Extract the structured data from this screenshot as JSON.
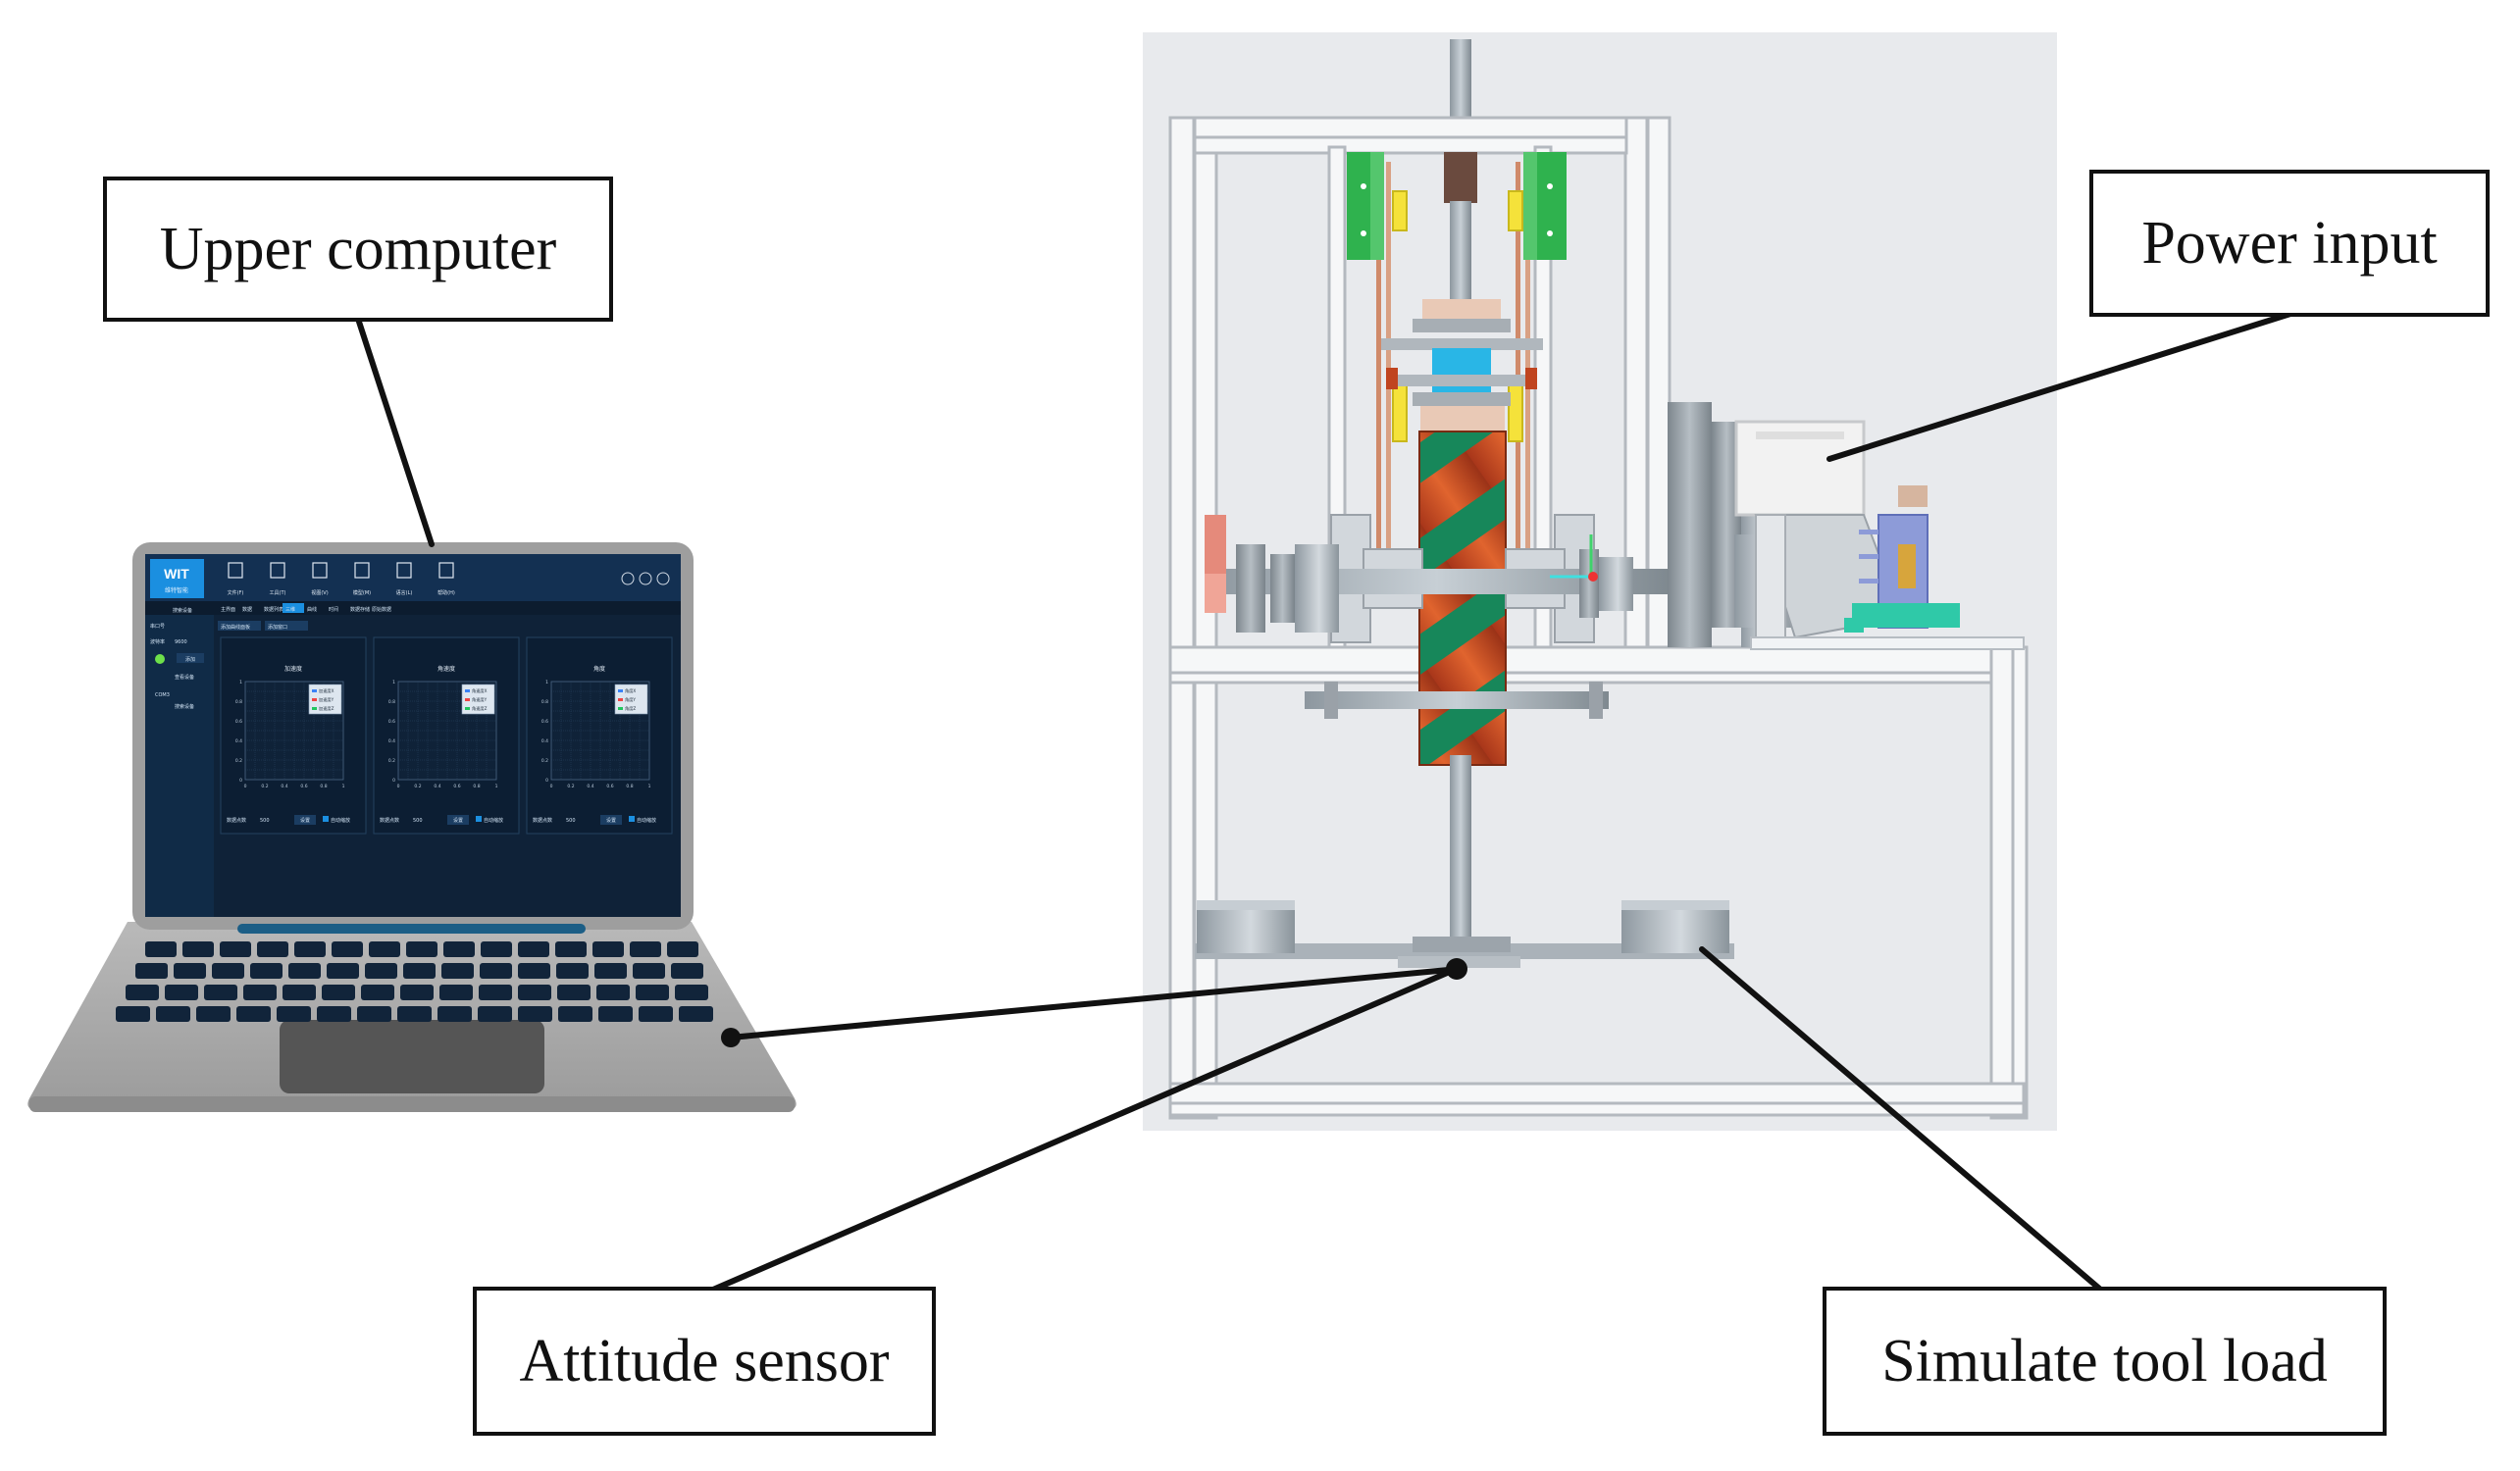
{
  "labels": {
    "upper_computer": "Upper computer",
    "power_input": "Power input",
    "attitude_sensor": "Attitude sensor",
    "simulate_tool_load": "Simulate tool load"
  },
  "software": {
    "logo": "WIT",
    "logo_sub": "维特智能",
    "toolbar": [
      "文件(F)",
      "工具(T)",
      "视图(V)",
      "模型(M)",
      "语言(L)",
      "帮助(H)"
    ],
    "tabs": [
      "主界面",
      "数据",
      "数据列表",
      "三维",
      "曲线",
      "时间",
      "数据存储",
      "原始数据"
    ],
    "sidebar": {
      "search_label": "搜索设备",
      "port_label": "串口号",
      "baud_label": "波特率",
      "baud_value": "9600",
      "add_label": "添加",
      "device_settings": "查看设备",
      "port_value": "COM3",
      "search_device": "搜索设备"
    },
    "subtabs": [
      "添加曲线面板",
      "添加窗口"
    ],
    "panels": [
      {
        "title": "加速度",
        "legend": [
          "加速度X",
          "加速度Y",
          "加速度Z"
        ],
        "footer_label": "数据点数",
        "footer_value": "500",
        "set_label": "设置",
        "check_label": "自动缩放"
      },
      {
        "title": "角速度",
        "legend": [
          "角速度X",
          "角速度Y",
          "角速度Z"
        ],
        "footer_label": "数据点数",
        "footer_value": "500",
        "set_label": "设置",
        "check_label": "自动缩放"
      },
      {
        "title": "角度",
        "legend": [
          "角度X",
          "角度Y",
          "角度Z"
        ],
        "footer_label": "数据点数",
        "footer_value": "500",
        "set_label": "设置",
        "check_label": "自动缩放"
      }
    ],
    "y_ticks": [
      "1",
      "0.8",
      "0.6",
      "0.4",
      "0.2",
      "0"
    ],
    "x_ticks": [
      "0",
      "0.2",
      "0.4",
      "0.6",
      "0.8",
      "1"
    ]
  },
  "colors": {
    "frame": "#f2f4f6",
    "frame_edge": "#b9bec4",
    "background_panel": "#e8eaed",
    "rail_green": "#2fb24e",
    "spiral_green": "#1a8c5a",
    "spiral_red": "#c0441f",
    "coupling_blue": "#29b6e6",
    "block_yellow": "#f5e23a",
    "screen_dark": "#0f2238",
    "laptop_gray": "#a9a9a9"
  }
}
